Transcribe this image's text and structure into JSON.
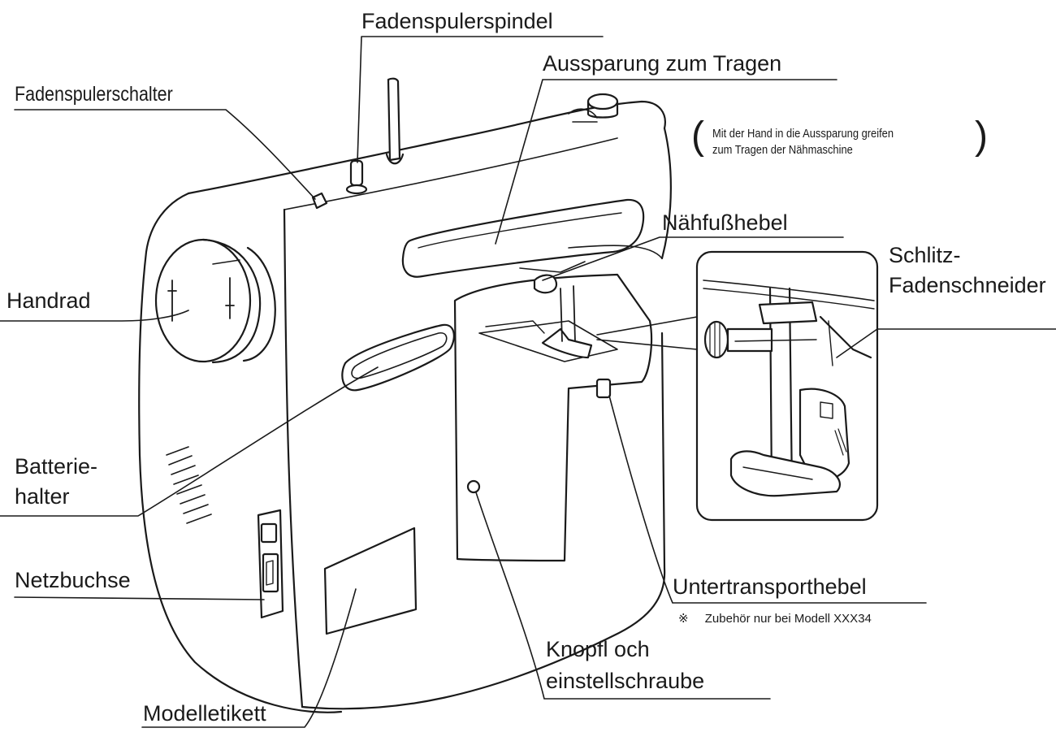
{
  "labels": {
    "fadenspulerspindel": "Fadenspulerspindel",
    "aussparung": "Aussparung zum Tragen",
    "aussparung_note_line1": "Mit der Hand in die Aussparung greifen",
    "aussparung_note_line2": "zum Tragen der Nähmaschine",
    "fadenspulerschalter": "Fadenspulerschalter",
    "naehfusshebel": "Nähfußhebel",
    "schlitz_line1": "Schlitz-",
    "schlitz_line2": "Fadenschneider",
    "handrad": "Handrad",
    "batterie_line1": "Batterie-",
    "batterie_line2": "halter",
    "netzbuchse": "Netzbuchse",
    "untertransporthebel": "Untertransporthebel",
    "zubehoer_mark": "※",
    "zubehoer_note": "Zubehör nur bei Modell XXX34",
    "knopfloch_line1": "Knopfl och",
    "knopfloch_line2": "einstellschraube",
    "modelletikett": "Modelletikett"
  },
  "colors": {
    "line": "#1a1a1a",
    "fill": "#ffffff",
    "shade": "#e8e8e8"
  }
}
